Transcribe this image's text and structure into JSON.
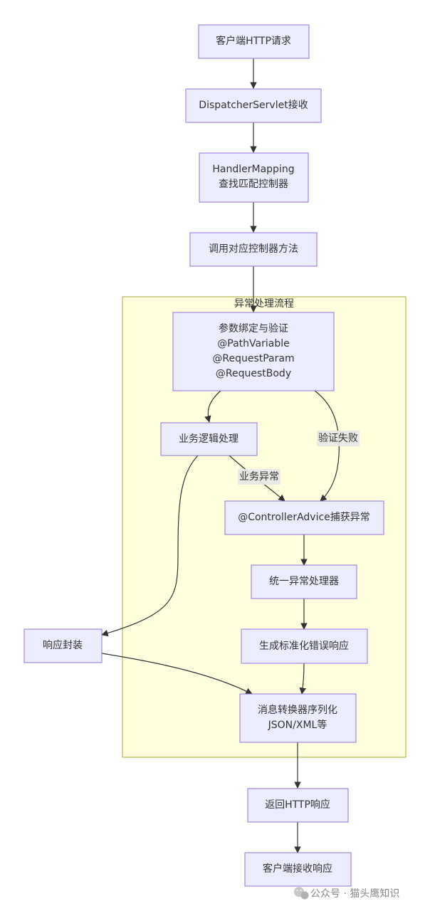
{
  "cluster": {
    "title": "异常处理流程"
  },
  "nodes": {
    "client_request": [
      "客户端HTTP请求"
    ],
    "dispatcher": [
      "DispatcherServlet接收"
    ],
    "handler_mapping": [
      "HandlerMapping",
      "查找匹配控制器"
    ],
    "invoke_controller": [
      "调用对应控制器方法"
    ],
    "param_binding": [
      "参数绑定与验证",
      "@PathVariable",
      "@RequestParam",
      "@RequestBody"
    ],
    "business_logic": [
      "业务逻辑处理"
    ],
    "controller_advice": [
      "@ControllerAdvice捕获异常"
    ],
    "unified_handler": [
      "统一异常处理器"
    ],
    "error_response": [
      "生成标准化错误响应"
    ],
    "response_wrap": [
      "响应封装"
    ],
    "message_converter": [
      "消息转换器序列化",
      "JSON/XML等"
    ],
    "return_http": [
      "返回HTTP响应"
    ],
    "client_receive": [
      "客户端接收响应"
    ]
  },
  "edge_labels": {
    "validation_failed": "验证失败",
    "business_exception": "业务异常"
  },
  "watermark": {
    "text": "公众号 · 猫头鹰知识",
    "icon": "wechat-icon"
  },
  "colors": {
    "node_fill": "#ececff",
    "node_stroke": "#9370db",
    "cluster_fill": "#ffffde",
    "cluster_stroke": "#aaaa33",
    "edge": "#333333"
  }
}
